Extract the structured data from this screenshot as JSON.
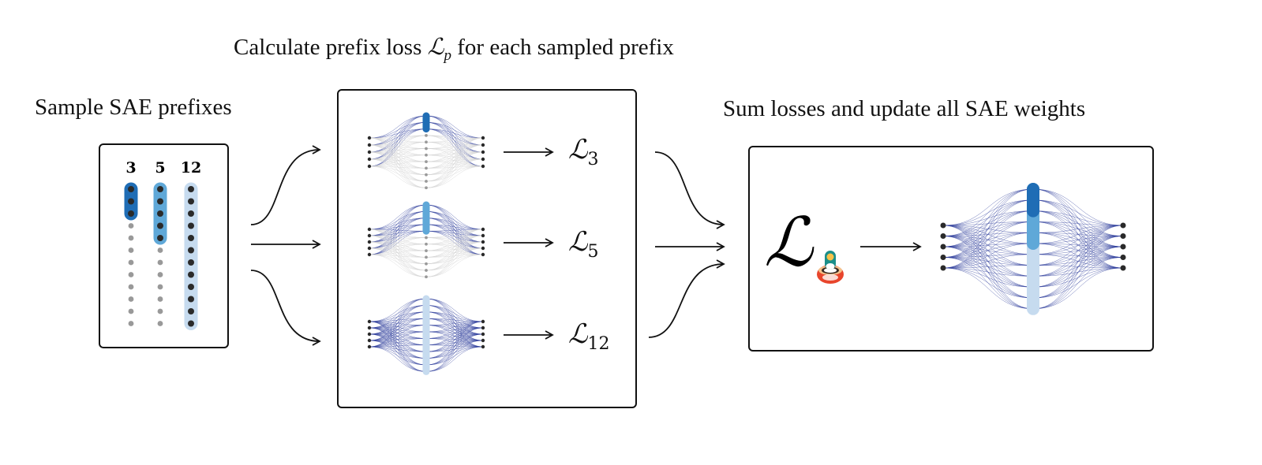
{
  "titles": {
    "sample": "Sample SAE prefixes",
    "calculate_prefix": "Calculate prefix loss ",
    "calculate_symbol": "ℒ",
    "calculate_sub": "p",
    "calculate_suffix": " for each sampled prefix",
    "sum": "Sum losses and update all SAE weights"
  },
  "prefixes": [
    "3",
    "5",
    "12"
  ],
  "losses": [
    {
      "symbol": "ℒ",
      "sub": "3"
    },
    {
      "symbol": "ℒ",
      "sub": "5"
    },
    {
      "symbol": "ℒ",
      "sub": "12"
    }
  ],
  "total_loss": {
    "symbol": "ℒ",
    "sub_icon": "matryoshka-doll-icon"
  },
  "colors": {
    "dark": "#1f6db5",
    "medium": "#5fa8d8",
    "light": "#c6dbef",
    "edge": "#2b3a9a",
    "inactive": "#999999",
    "node": "#2a2a2a"
  }
}
